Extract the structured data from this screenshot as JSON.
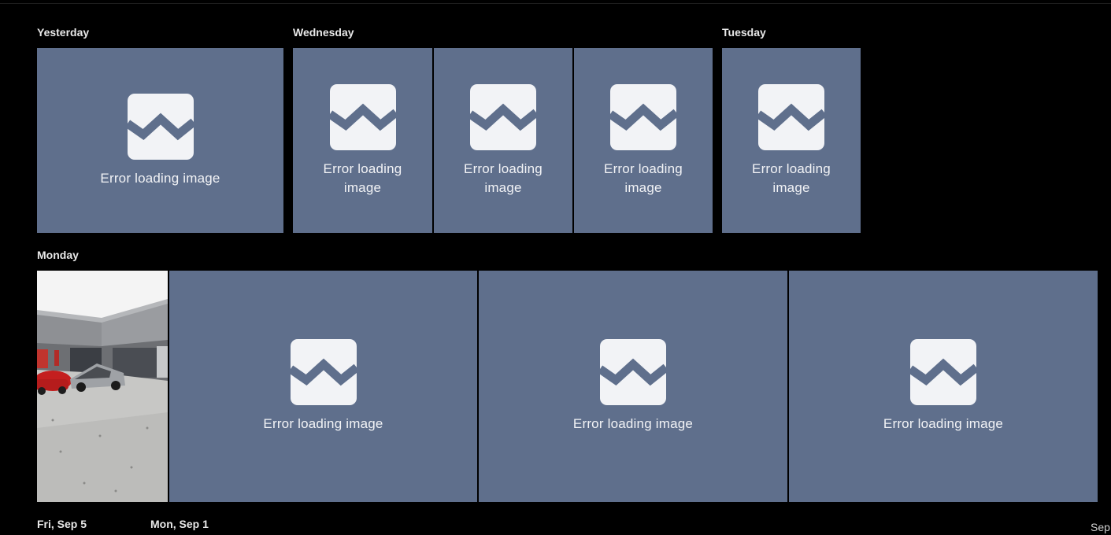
{
  "groups": [
    {
      "label": "Yesterday"
    },
    {
      "label": "Wednesday"
    },
    {
      "label": "Tuesday"
    },
    {
      "label": "Monday"
    }
  ],
  "tiles": {
    "error_text": "Error loading image",
    "error_text_wrapped_line1": "Error loading",
    "error_text_wrapped_line2": "image",
    "error_icon": "broken-image-icon"
  },
  "timeline": {
    "labels": [
      "Fri, Sep 5",
      "Mon, Sep 1",
      "Sep"
    ]
  },
  "colors": {
    "background": "#000000",
    "tile": "#5f6f8c",
    "icon": "#f2f3f6",
    "label": "#e8e8e8"
  }
}
